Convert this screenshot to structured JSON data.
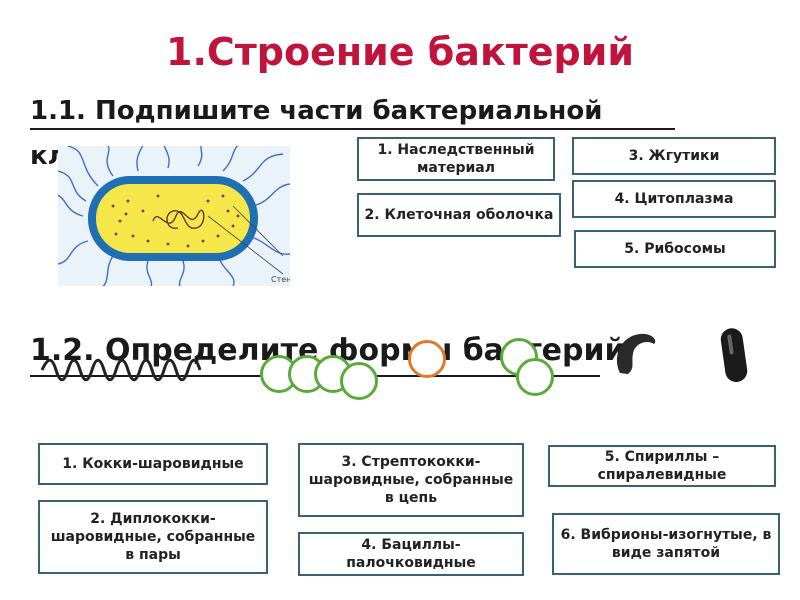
{
  "title": "1.Строение бактерий",
  "section1": {
    "heading_line1": "1.1. Подпишите части бактериальной",
    "heading_line2": "кл",
    "labels": [
      "1. Наследственный материал",
      "2. Клеточная оболочка",
      "3. Жгутики",
      "4. Цитоплазма",
      "5. Рибосомы"
    ],
    "figure_caption": "Стен"
  },
  "section2": {
    "heading": "1.2. Определите формы бактерий",
    "types": [
      "1. Кокки-шаровидные",
      "2. Диплококки-шаровидные, собранные в пары",
      "3. Стрептококки-шаровидные, собранные в цепь",
      "4. Бациллы-палочковидные",
      "5. Спириллы – спиралевидные",
      "6. Вибрионы-изогнутые, в виде запятой"
    ]
  },
  "colors": {
    "title": "#c0143c",
    "box_border": "#3a6074",
    "cytoplasm": "#f5e64a",
    "cell_wall": "#1f6fb3",
    "flagella": "#3f6fc4",
    "circle_green": "#5aaa3a",
    "circle_orange": "#e07a2a"
  }
}
